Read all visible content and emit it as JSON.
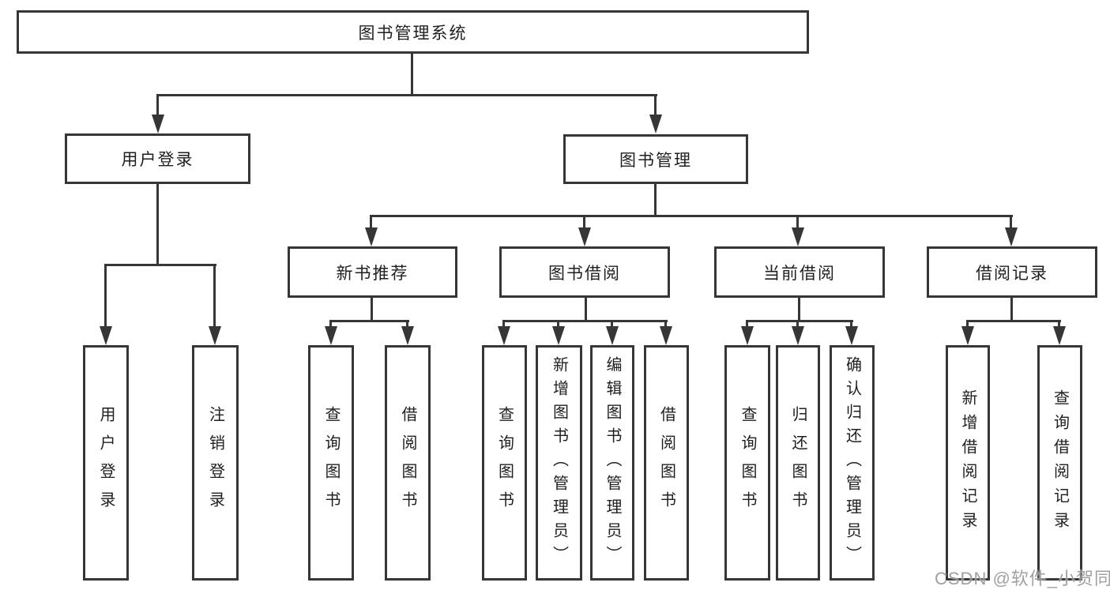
{
  "diagram_type": "functional-structure-tree",
  "nodes": {
    "root": "图书管理系统",
    "user_login": "用户登录",
    "book_management": "图书管理",
    "new_book_recommend": "新书推荐",
    "book_borrow": "图书借阅",
    "current_borrow": "当前借阅",
    "borrow_records": "借阅记录"
  },
  "leaves": {
    "user_login": "用户登录",
    "logout": "注销登录",
    "nb_query_books": "查询图书",
    "nb_borrow_books": "借阅图书",
    "bb_query_books": "查询图书",
    "bb_add_books": "新增图书（管理员）",
    "bb_edit_books": "编辑图书（管理员）",
    "bb_borrow_books": "借阅图书",
    "cb_query_books": "查询图书",
    "cb_return_books": "归还图书",
    "cb_confirm_return": "确认归还（管理员）",
    "br_add_record": "新增借阅记录",
    "br_query_record": "查询借阅记录"
  },
  "edges": [
    [
      "root",
      "user_login"
    ],
    [
      "root",
      "book_management"
    ],
    [
      "user_login",
      "leaf:user_login"
    ],
    [
      "user_login",
      "leaf:logout"
    ],
    [
      "book_management",
      "new_book_recommend"
    ],
    [
      "book_management",
      "book_borrow"
    ],
    [
      "book_management",
      "current_borrow"
    ],
    [
      "book_management",
      "borrow_records"
    ],
    [
      "new_book_recommend",
      "leaf:nb_query_books"
    ],
    [
      "new_book_recommend",
      "leaf:nb_borrow_books"
    ],
    [
      "book_borrow",
      "leaf:bb_query_books"
    ],
    [
      "book_borrow",
      "leaf:bb_add_books"
    ],
    [
      "book_borrow",
      "leaf:bb_edit_books"
    ],
    [
      "book_borrow",
      "leaf:bb_borrow_books"
    ],
    [
      "current_borrow",
      "leaf:cb_query_books"
    ],
    [
      "current_borrow",
      "leaf:cb_return_books"
    ],
    [
      "current_borrow",
      "leaf:cb_confirm_return"
    ],
    [
      "borrow_records",
      "leaf:br_add_record"
    ],
    [
      "borrow_records",
      "leaf:br_query_record"
    ]
  ],
  "watermark": "CSDN @软件_小贺同学",
  "colors": {
    "line": "#363636",
    "text": "#1f1f1f",
    "watermark": "#999999",
    "background": "#ffffff"
  }
}
